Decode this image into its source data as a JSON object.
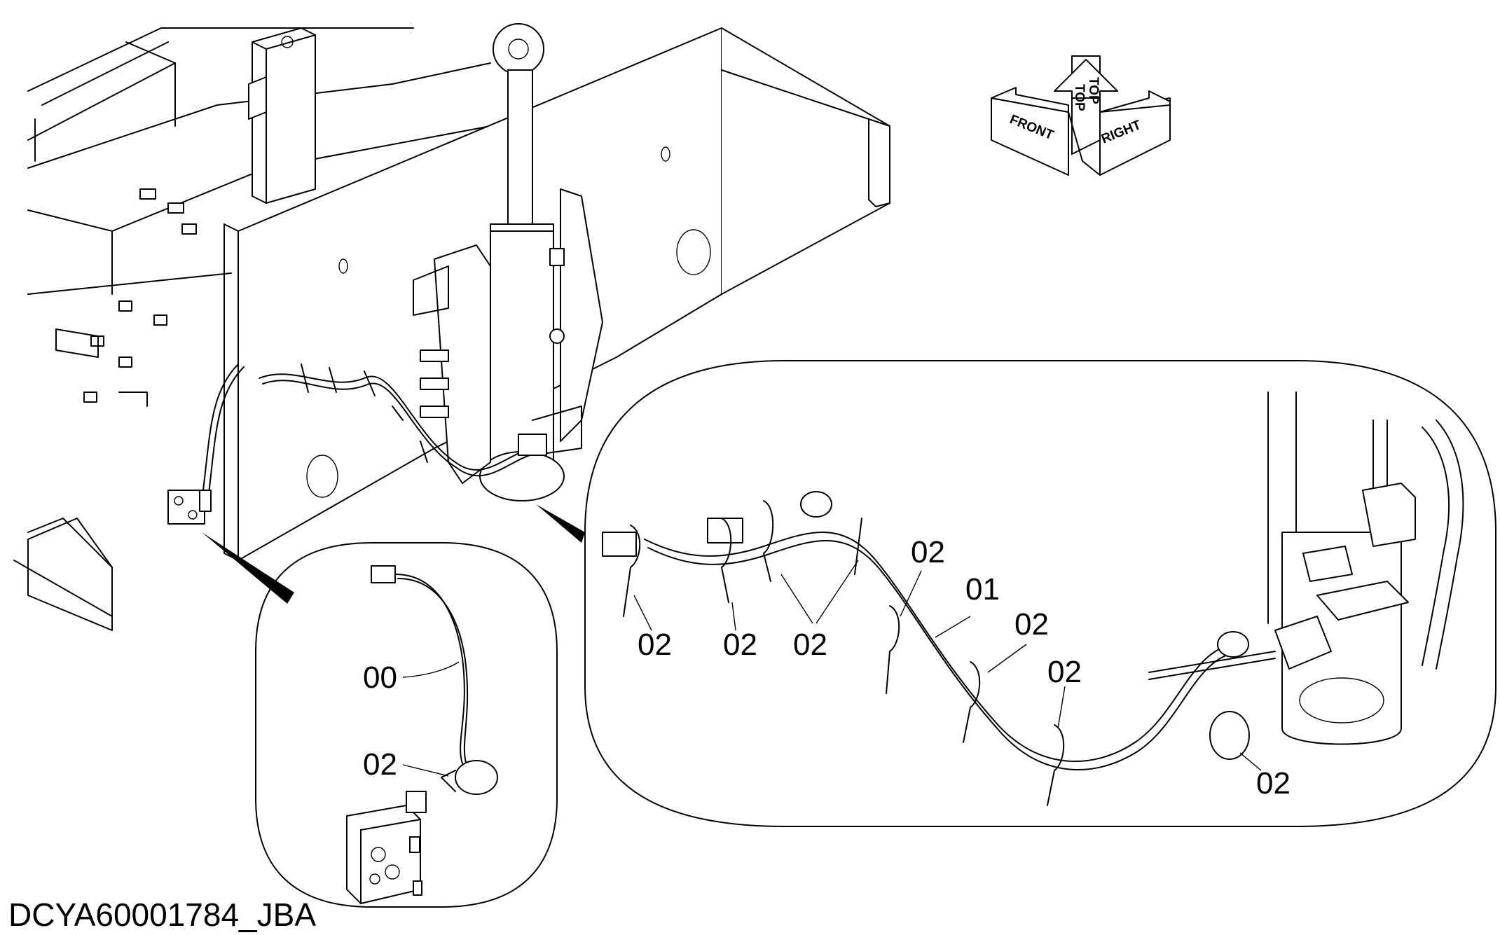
{
  "directions": {
    "top_1": "TOP",
    "top_2": "TOP",
    "front": "FRONT",
    "right": "RIGHT"
  },
  "callouts": {
    "left_00": "00",
    "left_02": "02",
    "right_01": "01",
    "right_02_a": "02",
    "right_02_b": "02",
    "right_02_c": "02",
    "right_02_d": "02",
    "right_02_e": "02",
    "right_02_f": "02",
    "right_02_g": "02"
  },
  "drawing_code": "DCYA60001784_JBA"
}
